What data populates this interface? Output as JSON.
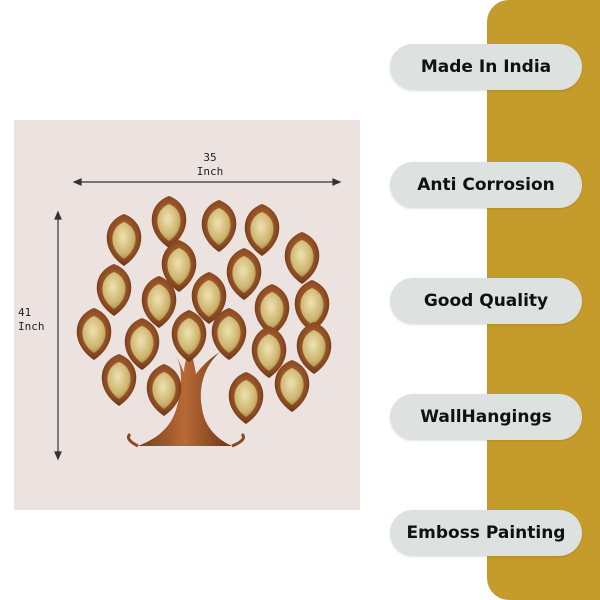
{
  "product_photo": {
    "width_value": "35",
    "width_unit": "Inch",
    "height_value": "41",
    "height_unit": "Inch",
    "colors": {
      "background": "#ece3e0",
      "copper": "#a0522d",
      "leaf_gold": "#d8c48a"
    }
  },
  "features": [
    {
      "label": "Made In India"
    },
    {
      "label": "Anti Corrosion"
    },
    {
      "label": "Good Quality"
    },
    {
      "label": "WallHangings"
    },
    {
      "label": "Emboss Painting"
    }
  ],
  "colors": {
    "accent_band": "#c59c2b",
    "pill": "#dde1e0",
    "text": "#111111"
  }
}
